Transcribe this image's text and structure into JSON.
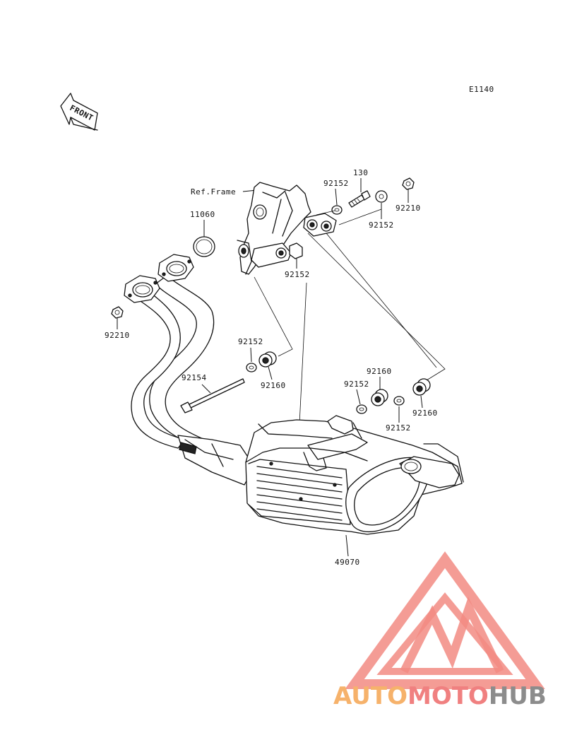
{
  "diagram_code": "E1140",
  "front_label": "FRONT",
  "ref_frame_label": "Ref.Frame",
  "parts": {
    "p130": "130",
    "p92152_a": "92152",
    "p92152_b": "92152",
    "p92152_c": "92152",
    "p92210_top": "92210",
    "p11060": "11060",
    "p92210_left": "92210",
    "p92152_d": "92152",
    "p92160_a": "92160",
    "p92154": "92154",
    "p92160_b": "92160",
    "p92152_e": "92152",
    "p92160_c": "92160",
    "p92152_f": "92152",
    "p49070": "49070"
  },
  "watermark": {
    "word_1": "AUTO",
    "word_2": "MOTO",
    "word_3": "HUB",
    "color_1": "#f6b26b",
    "color_2": "#f08080",
    "color_3": "#8c8c8c",
    "logo_color": "#f28b82"
  }
}
